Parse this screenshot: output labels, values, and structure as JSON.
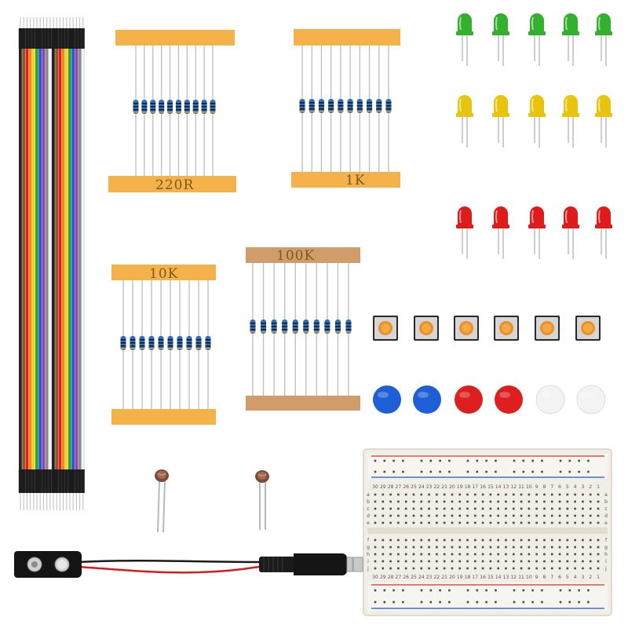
{
  "resistor_labels": {
    "r220": "220R",
    "r1k": "1K",
    "r10k": "10K",
    "r100k": "100K"
  },
  "led_colors": [
    "#33b02e",
    "#e9c40c",
    "#e01b1b"
  ],
  "cap_colors": [
    "#1f5fd6",
    "#1f5fd6",
    "#dd1f1f",
    "#dd1f1f",
    "#f3f3f3",
    "#f3f3f3"
  ],
  "jumper_colors": [
    "#222222",
    "#8b5a2b",
    "#e02020",
    "#f08a10",
    "#f2d21c",
    "#2aa13a",
    "#2a57d8",
    "#8e44ad",
    "#8a8a8a",
    "#f2f2f2"
  ],
  "breadboard": {
    "column_numbers": [
      "30",
      "29",
      "28",
      "27",
      "26",
      "25",
      "24",
      "23",
      "22",
      "21",
      "20",
      "19",
      "18",
      "17",
      "16",
      "15",
      "14",
      "13",
      "12",
      "11",
      "10",
      "9",
      "8",
      "7",
      "6",
      "5",
      "4",
      "3",
      "2",
      "1"
    ],
    "row_letters_top": [
      "a",
      "b",
      "c",
      "d",
      "e"
    ],
    "row_letters_bottom": [
      "f",
      "g",
      "h",
      "i",
      "j"
    ]
  }
}
